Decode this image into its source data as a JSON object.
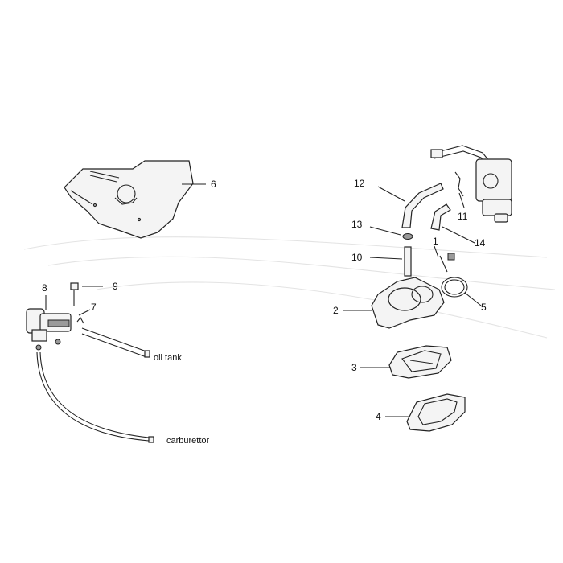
{
  "callouts": {
    "c1": "1",
    "c2": "2",
    "c3": "3",
    "c4": "4",
    "c5": "5",
    "c6": "6",
    "c7": "7",
    "c8": "8",
    "c9": "9",
    "c10": "10",
    "c11": "11",
    "c12": "12",
    "c13": "13",
    "c14": "14"
  },
  "captions": {
    "oil_tank": "oil tank",
    "carburettor": "carburettor"
  }
}
